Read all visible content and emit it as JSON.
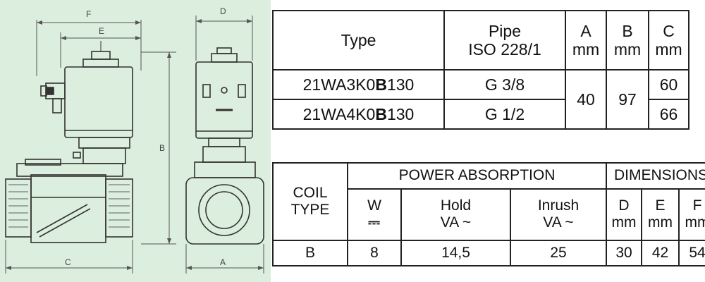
{
  "drawing": {
    "labels": {
      "F": "F",
      "E": "E",
      "D": "D",
      "B": "B",
      "C": "C",
      "A": "A"
    }
  },
  "table1": {
    "header": {
      "type": "Type",
      "pipe_line1": "Pipe",
      "pipe_line2": "ISO 228/1",
      "a": "A",
      "b": "B",
      "c": "C",
      "unit": "mm"
    },
    "rows": [
      {
        "type_prefix": "21WA3K0",
        "type_bold": "B",
        "type_suffix": "130",
        "pipe": "G 3/8",
        "c": "60"
      },
      {
        "type_prefix": "21WA4K0",
        "type_bold": "B",
        "type_suffix": "130",
        "pipe": "G 1/2",
        "c": "66"
      }
    ],
    "shared": {
      "a": "40",
      "b": "97"
    }
  },
  "table2": {
    "header": {
      "coil_line1": "COIL",
      "coil_line2": "TYPE",
      "power": "POWER ABSORPTION",
      "dimensions": "DIMENSIONS",
      "w": "W",
      "w_sym": "⎓",
      "hold": "Hold",
      "inrush": "Inrush",
      "va_unit": "VA ~",
      "d": "D",
      "e": "E",
      "f": "F",
      "unit": "mm"
    },
    "row": {
      "coil": "B",
      "w": "8",
      "hold": "14,5",
      "inrush": "25",
      "d": "30",
      "e": "42",
      "f": "54"
    }
  }
}
